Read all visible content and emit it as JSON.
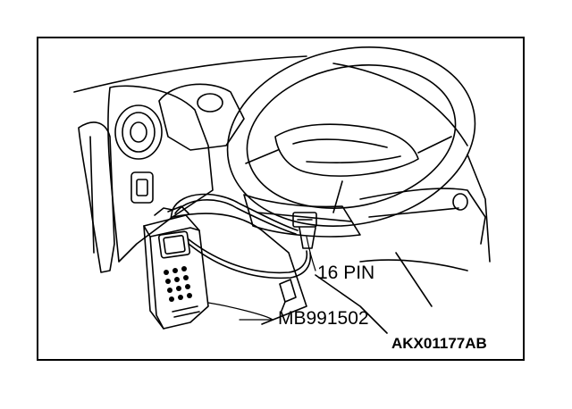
{
  "labels": {
    "connector": "16 PIN",
    "tool": "MB991502",
    "figure_code": "AKX01177AB"
  }
}
